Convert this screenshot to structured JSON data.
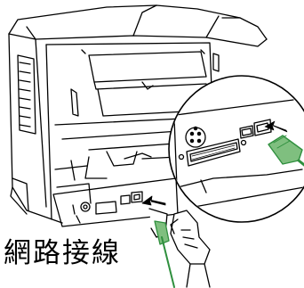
{
  "caption": "網路接線",
  "colors": {
    "line": "#000000",
    "cable": "#2f8f3e",
    "background": "#ffffff"
  },
  "icons": [
    "printer-illustration",
    "ethernet-port-icon",
    "ethernet-cable-icon",
    "arrow-icon",
    "hand-icon",
    "magnifier-circle"
  ]
}
